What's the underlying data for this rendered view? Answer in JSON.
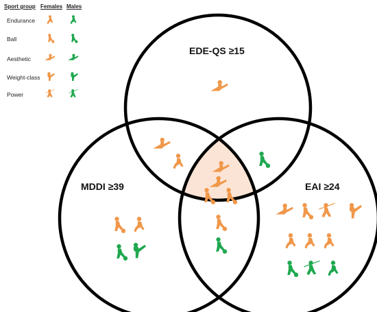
{
  "legend": {
    "header_group": "Sport group",
    "header_females": "Females",
    "header_males": "Males",
    "rows": [
      "Endurance",
      "Ball",
      "Aesthetic",
      "Weight-class",
      "Power"
    ]
  },
  "circles": {
    "top": "EDE-QS ≥15",
    "left": "MDDI ≥39",
    "right": "EAI ≥24"
  },
  "colors": {
    "female": "#F0974A",
    "male": "#1FA84F",
    "intersection_fill": "#FBE4D5",
    "outline": "#000000"
  },
  "regions": {
    "top_only": [
      {
        "sex": "female",
        "group": "Aesthetic"
      }
    ],
    "top_left": [
      {
        "sex": "female",
        "group": "Aesthetic"
      },
      {
        "sex": "female",
        "group": "Endurance"
      }
    ],
    "top_right": [
      {
        "sex": "male",
        "group": "Ball"
      }
    ],
    "center": [
      {
        "sex": "female",
        "group": "Aesthetic"
      },
      {
        "sex": "female",
        "group": "Aesthetic"
      },
      {
        "sex": "female",
        "group": "Ball"
      },
      {
        "sex": "female",
        "group": "Ball"
      }
    ],
    "left_only": [
      {
        "sex": "female",
        "group": "Ball"
      },
      {
        "sex": "female",
        "group": "Endurance"
      },
      {
        "sex": "male",
        "group": "Ball"
      },
      {
        "sex": "male",
        "group": "Weight-class"
      }
    ],
    "left_right": [
      {
        "sex": "female",
        "group": "Ball"
      },
      {
        "sex": "male",
        "group": "Ball"
      }
    ],
    "right_only": [
      {
        "sex": "female",
        "group": "Aesthetic"
      },
      {
        "sex": "female",
        "group": "Ball"
      },
      {
        "sex": "female",
        "group": "Power"
      },
      {
        "sex": "female",
        "group": "Weight-class"
      },
      {
        "sex": "female",
        "group": "Endurance"
      },
      {
        "sex": "female",
        "group": "Endurance"
      },
      {
        "sex": "female",
        "group": "Endurance"
      },
      {
        "sex": "male",
        "group": "Ball"
      },
      {
        "sex": "male",
        "group": "Power"
      },
      {
        "sex": "male",
        "group": "Endurance"
      }
    ]
  }
}
